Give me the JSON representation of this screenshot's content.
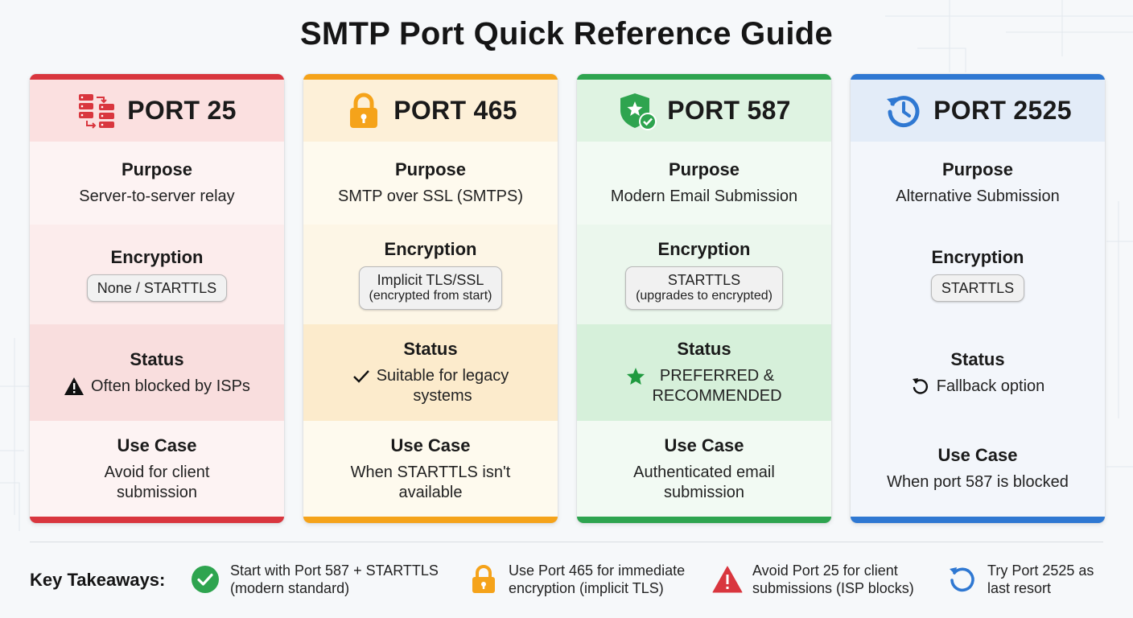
{
  "title": "SMTP Port Quick Reference Guide",
  "labels": {
    "purpose": "Purpose",
    "encryption": "Encryption",
    "status": "Status",
    "use_case": "Use Case"
  },
  "colors": {
    "port25": "#d9363e",
    "port465": "#f5a31a",
    "port587": "#2ea44f",
    "port2525": "#2f78d2"
  },
  "ports": [
    {
      "title": "PORT 25",
      "icon": "server-relay-icon",
      "purpose": "Server-to-server relay",
      "encryption_line1": "None / STARTTLS",
      "encryption_line2": "",
      "status_icon": "warning-icon",
      "status_line1": "Often blocked by ISPs",
      "status_line2": "",
      "use_case_line1": "Avoid for client",
      "use_case_line2": "submission"
    },
    {
      "title": "PORT 465",
      "icon": "padlock-icon",
      "purpose": "SMTP over SSL (SMTPS)",
      "encryption_line1": "Implicit TLS/SSL",
      "encryption_line2": "(encrypted from start)",
      "status_icon": "checkmark-icon",
      "status_line1": "Suitable for legacy",
      "status_line2": "systems",
      "use_case_line1": "When STARTTLS isn't",
      "use_case_line2": "available"
    },
    {
      "title": "PORT 587",
      "icon": "shield-star-icon",
      "purpose": "Modern Email Submission",
      "encryption_line1": "STARTTLS",
      "encryption_line2": "(upgrades to encrypted)",
      "status_icon": "star-icon",
      "status_line1": "PREFERRED &",
      "status_line2": "RECOMMENDED",
      "use_case_line1": "Authenticated email",
      "use_case_line2": "submission"
    },
    {
      "title": "PORT 2525",
      "icon": "history-icon",
      "purpose": "Alternative Submission",
      "encryption_line1": "STARTTLS",
      "encryption_line2": "",
      "status_icon": "refresh-icon",
      "status_line1": "Fallback option",
      "status_line2": "",
      "use_case_line1": "When port 587 is blocked",
      "use_case_line2": ""
    }
  ],
  "takeaways": {
    "label": "Key Takeaways:",
    "items": [
      {
        "icon": "check-circle-icon",
        "line1": "Start with Port 587 + STARTTLS",
        "line2": "(modern standard)"
      },
      {
        "icon": "padlock-icon",
        "line1": "Use Port 465 for immediate",
        "line2": "encryption (implicit TLS)"
      },
      {
        "icon": "warning-icon",
        "line1": "Avoid Port 25 for client",
        "line2": "submissions (ISP blocks)"
      },
      {
        "icon": "history-icon",
        "line1": "Try Port 2525 as",
        "line2": "last resort"
      }
    ]
  }
}
